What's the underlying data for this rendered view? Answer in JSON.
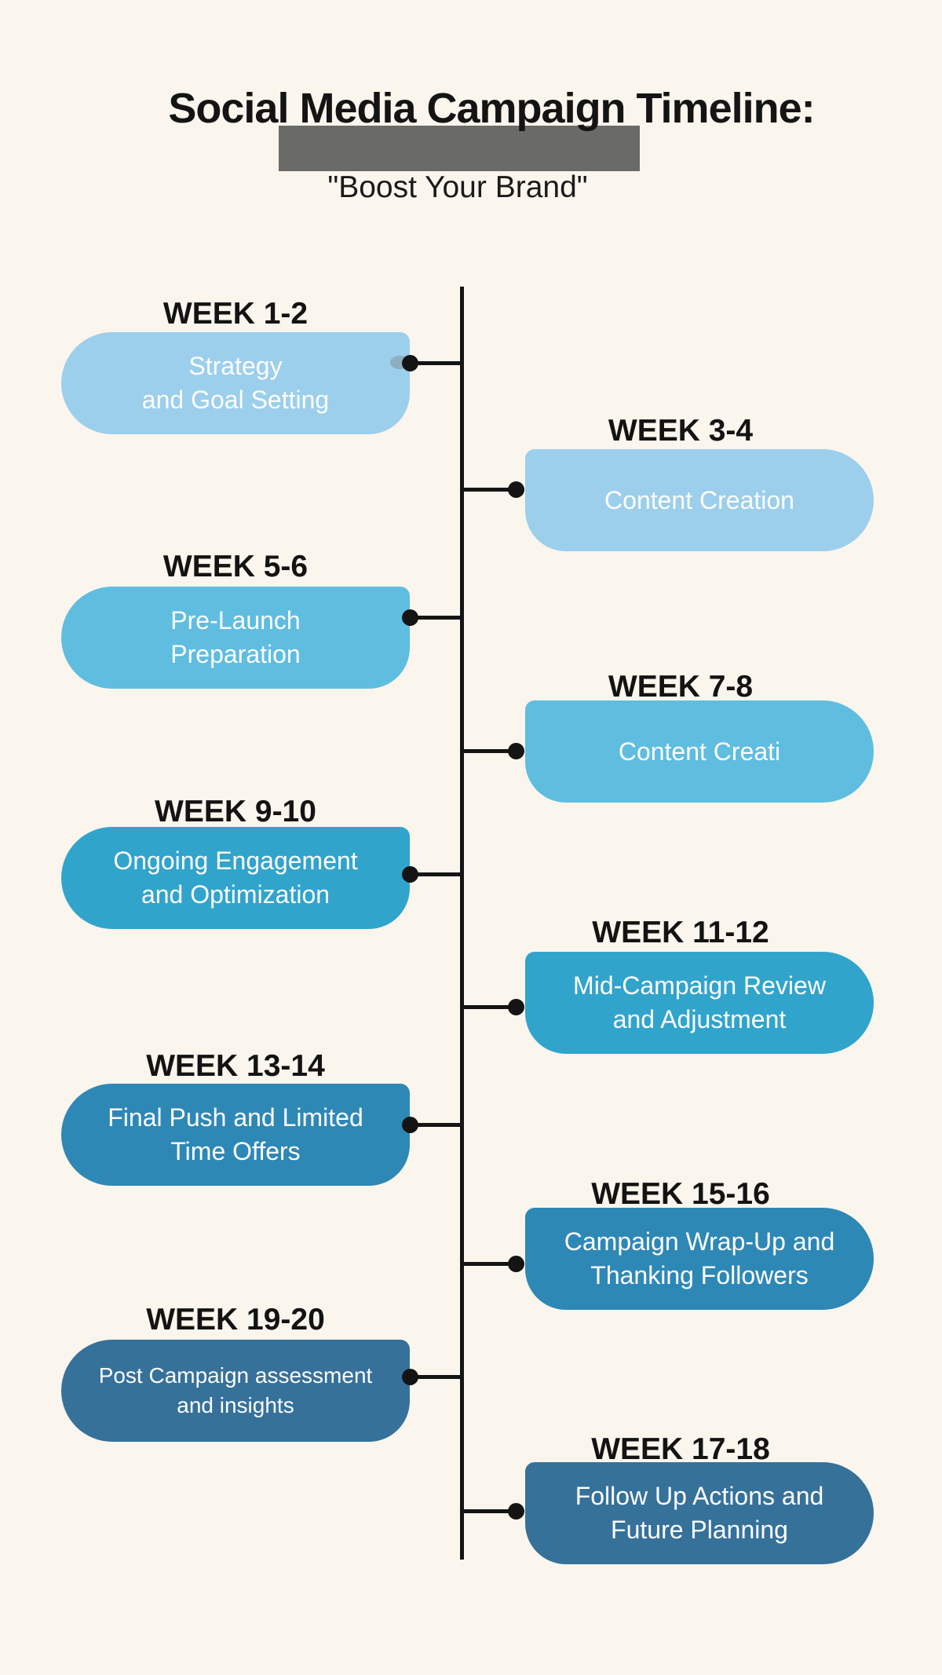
{
  "header": {
    "title": "Social Media Campaign Timeline:",
    "subtitle": "\"Boost Your Brand\""
  },
  "palette": {
    "background": "#FAF5ED",
    "timeline_line": "#141414",
    "redaction_gray": "#6A6A69",
    "box_text": "#FDFDFD",
    "light_blue": "#9CCFEC",
    "medium_blue": "#5FBDE0",
    "teal_blue": "#31A4CC",
    "steel_blue": "#2E88B5",
    "slate_blue": "#36719A"
  },
  "items": [
    {
      "week": "WEEK 1-2",
      "text": "Strategy\nand Goal Setting",
      "color": "#9CCFEC",
      "side": "left"
    },
    {
      "week": "WEEK 3-4",
      "text": "Content Creation",
      "color": "#9CCFEC",
      "side": "right"
    },
    {
      "week": "WEEK 5-6",
      "text": "Pre-Launch\nPreparation",
      "color": "#5FBDE0",
      "side": "left"
    },
    {
      "week": "WEEK 7-8",
      "text": "Content Creati",
      "color": "#5FBDE0",
      "side": "right"
    },
    {
      "week": "WEEK 9-10",
      "text": "Ongoing Engagement\nand Optimization",
      "color": "#31A4CC",
      "side": "left"
    },
    {
      "week": "WEEK 11-12",
      "text": "Mid-Campaign Review\nand Adjustment",
      "color": "#31A4CC",
      "side": "right"
    },
    {
      "week": "WEEK 13-14",
      "text": "Final Push and Limited\nTime Offers",
      "color": "#2E88B5",
      "side": "left"
    },
    {
      "week": "WEEK 15-16",
      "text": "Campaign Wrap-Up and\nThanking Followers",
      "color": "#2E88B5",
      "side": "right"
    },
    {
      "week": "WEEK 19-20",
      "text": "Post Campaign assessment\nand insights",
      "color": "#36719A",
      "side": "left"
    },
    {
      "week": "WEEK 17-18",
      "text": "Follow Up Actions and\nFuture Planning",
      "color": "#36719A",
      "side": "right"
    }
  ]
}
